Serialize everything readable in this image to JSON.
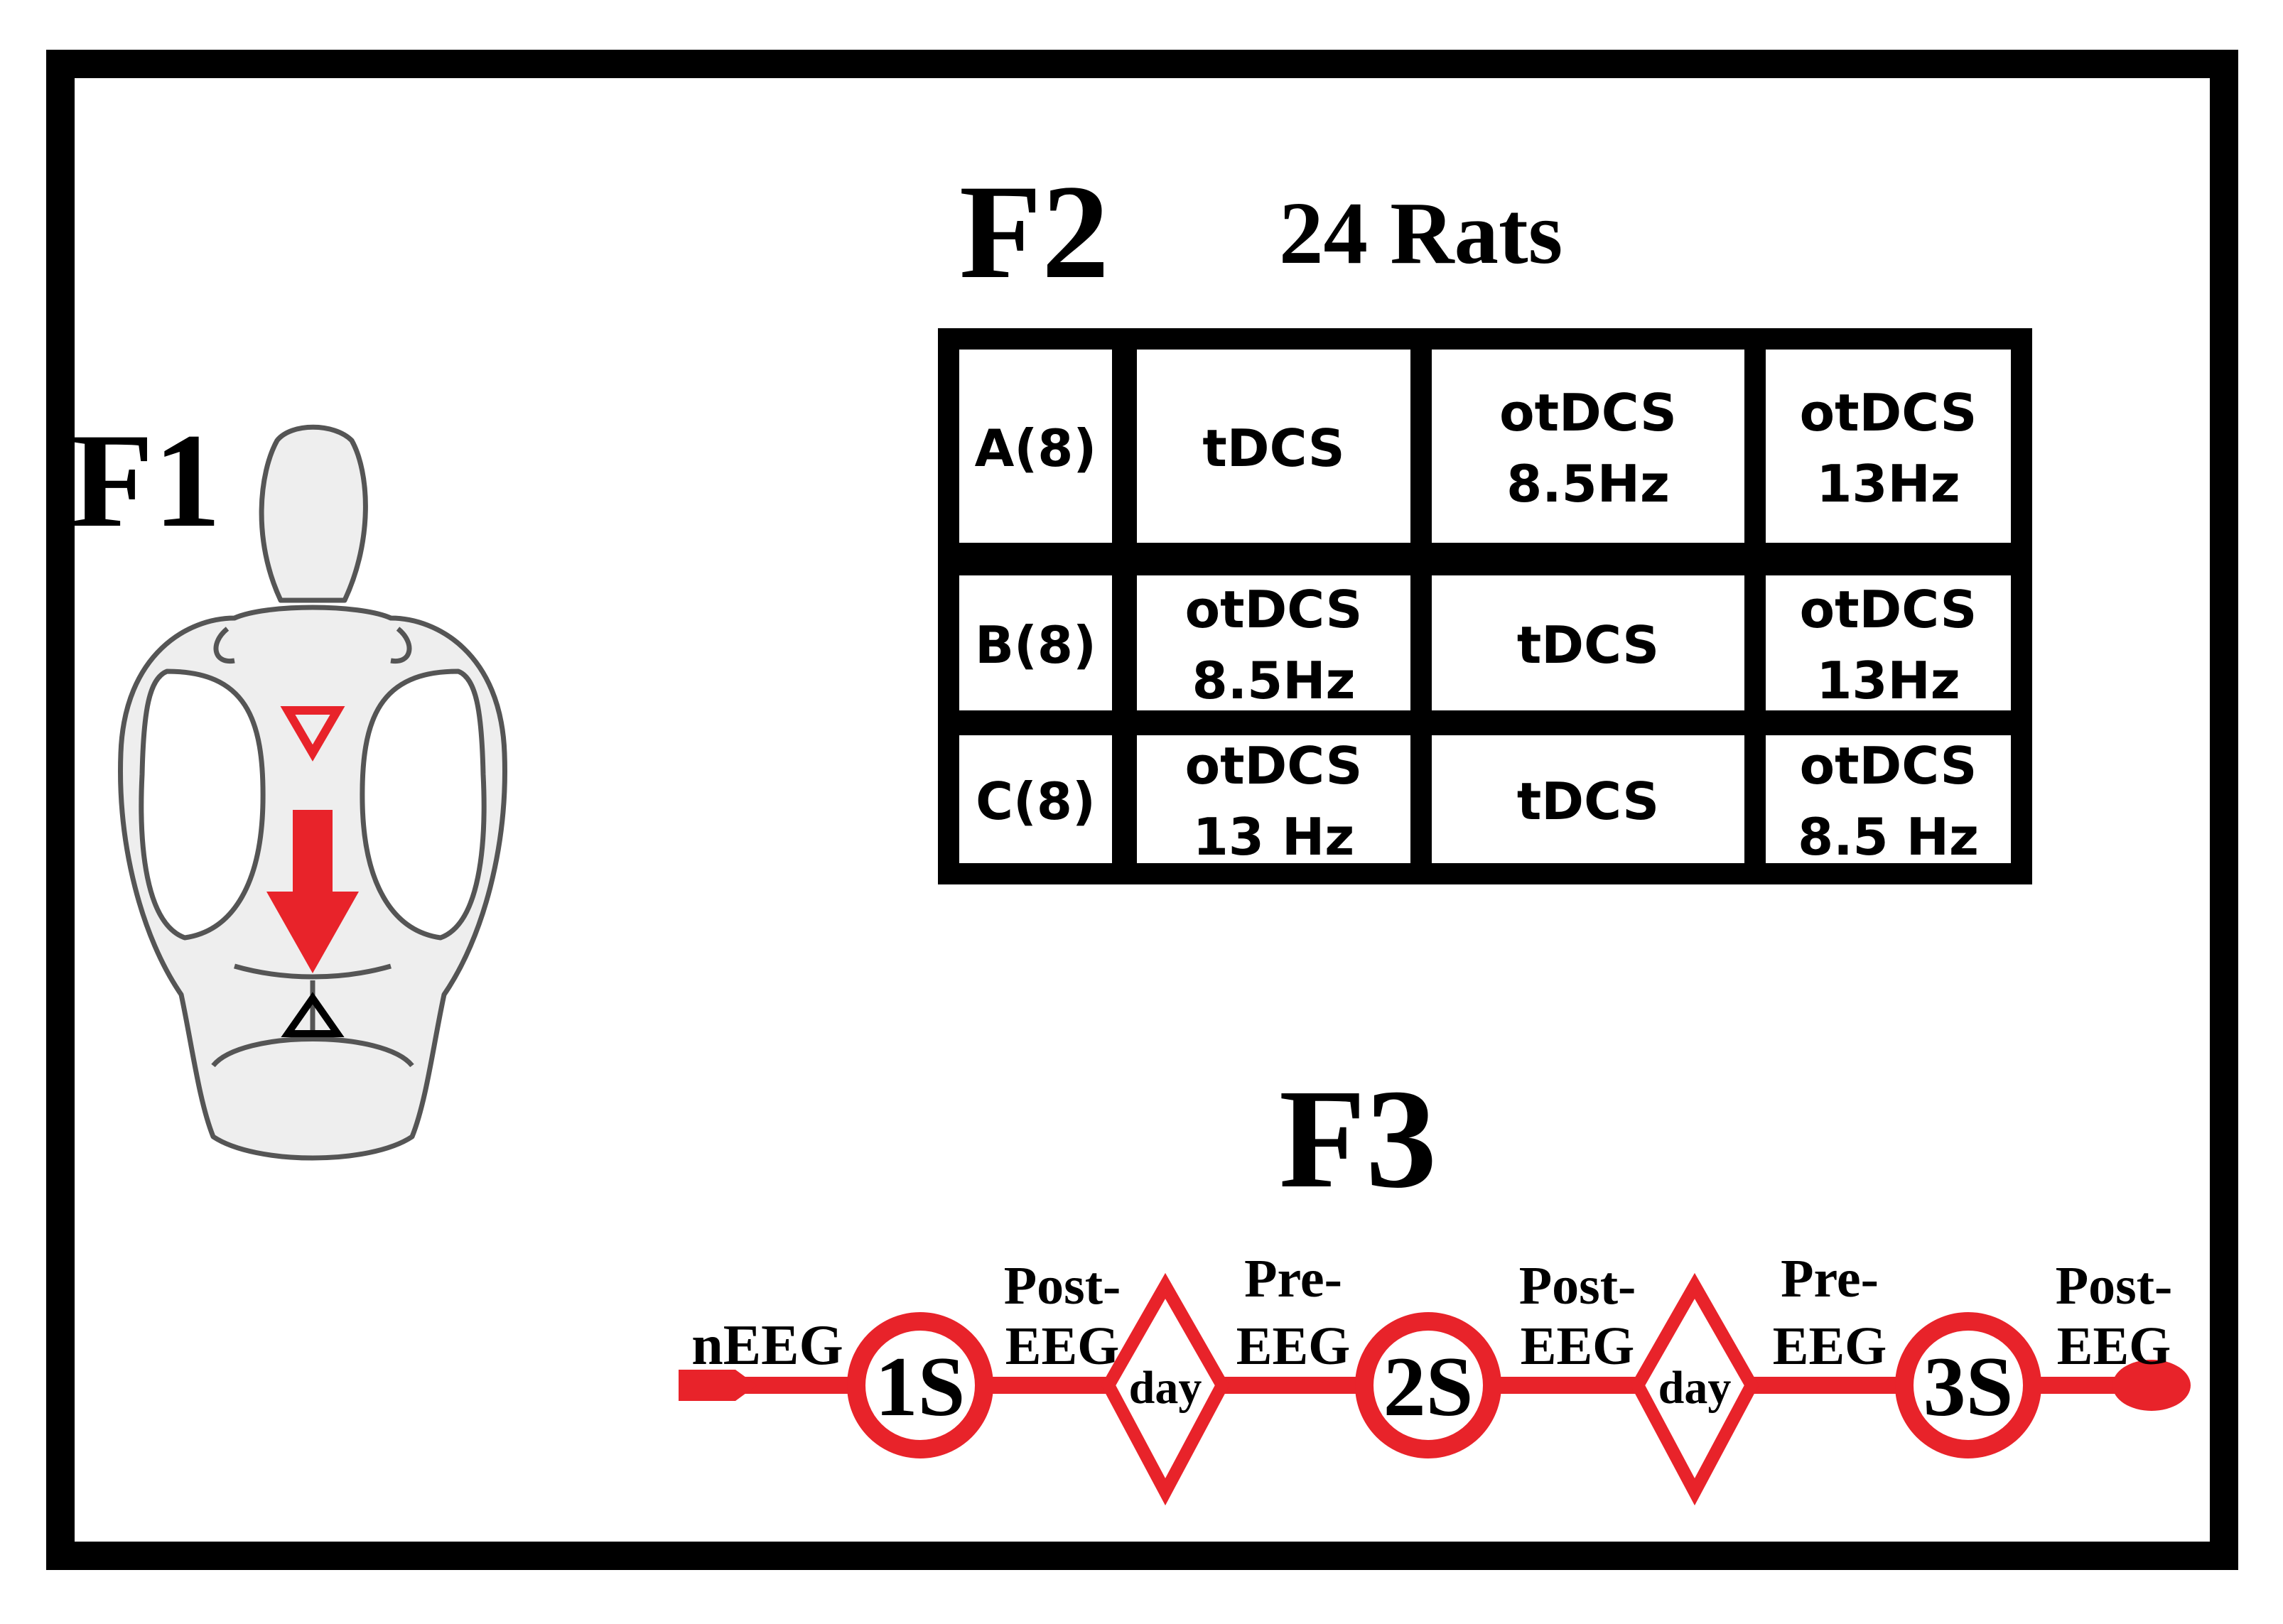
{
  "panels": {
    "f1_label": "F1",
    "f2_label": "F2",
    "f2_title": "24 Rats",
    "f3_label": "F3"
  },
  "table": {
    "rows": [
      {
        "group": "A(8)",
        "cells": [
          [
            "tDCS"
          ],
          [
            "otDCS",
            "8.5Hz"
          ],
          [
            "otDCS",
            "13Hz"
          ]
        ]
      },
      {
        "group": "B(8)",
        "cells": [
          [
            "otDCS",
            "8.5Hz"
          ],
          [
            "tDCS"
          ],
          [
            "otDCS",
            "13Hz"
          ]
        ]
      },
      {
        "group": "C(8)",
        "cells": [
          [
            "otDCS",
            "13 Hz"
          ],
          [
            "tDCS"
          ],
          [
            "otDCS",
            "8.5 Hz"
          ]
        ]
      }
    ]
  },
  "timeline": {
    "start_label": "nEEG",
    "sessions": [
      "1S",
      "2S",
      "3S"
    ],
    "day_label": "day",
    "post_labels": [
      [
        "Post-",
        "EEG"
      ],
      [
        "Post-",
        "EEG"
      ],
      [
        "Post-",
        "EEG"
      ]
    ],
    "pre_labels": [
      [
        "Pre-",
        "EEG"
      ],
      [
        "Pre-",
        "EEG"
      ]
    ]
  },
  "colors": {
    "accent_red": "#e8232a",
    "frame_black": "#000000",
    "skull_line": "#555555",
    "skull_fill": "#eeeeee"
  },
  "icons": {
    "skull": "rat-skull-top-view",
    "arrow": "red-down-arrow-icon",
    "anode_marker": "red-hollow-triangle-icon",
    "cathode_marker": "black-hollow-triangle-icon"
  }
}
